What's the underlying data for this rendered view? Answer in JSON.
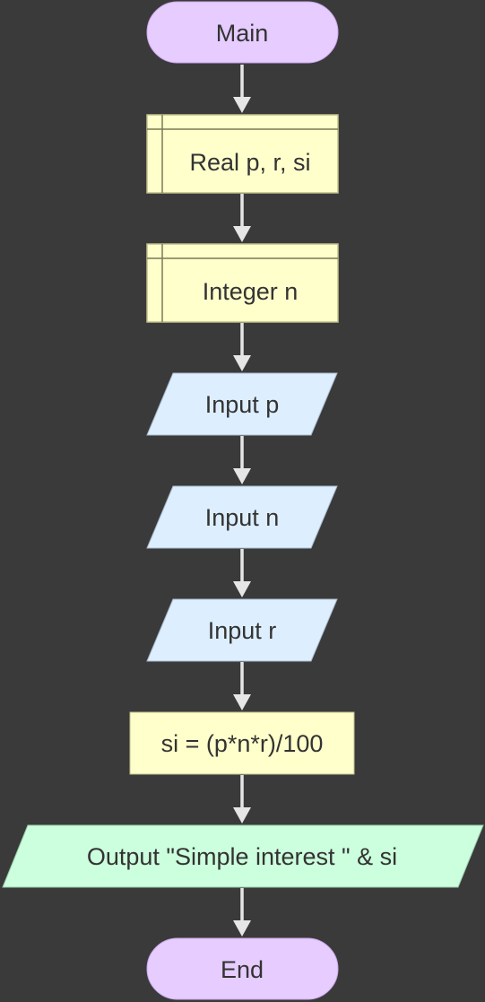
{
  "flowchart": {
    "start": {
      "label": "Main"
    },
    "declarations": [
      {
        "label": "Real p, r, si"
      },
      {
        "label": "Integer n"
      }
    ],
    "inputs": [
      {
        "label": "Input p"
      },
      {
        "label": "Input n"
      },
      {
        "label": "Input r"
      }
    ],
    "assignment": {
      "label": "si = (p*n*r)/100"
    },
    "output": {
      "label": "Output \"Simple interest \" & si"
    },
    "end": {
      "label": "End"
    }
  },
  "colors": {
    "background": "#3a3a3a",
    "terminal_fill": "#e6ccff",
    "declare_fill": "#ffffcc",
    "input_fill": "#ddeeff",
    "process_fill": "#ffffcc",
    "output_fill": "#ccffdd",
    "connector": "#e6e6e6",
    "text": "#333333"
  }
}
